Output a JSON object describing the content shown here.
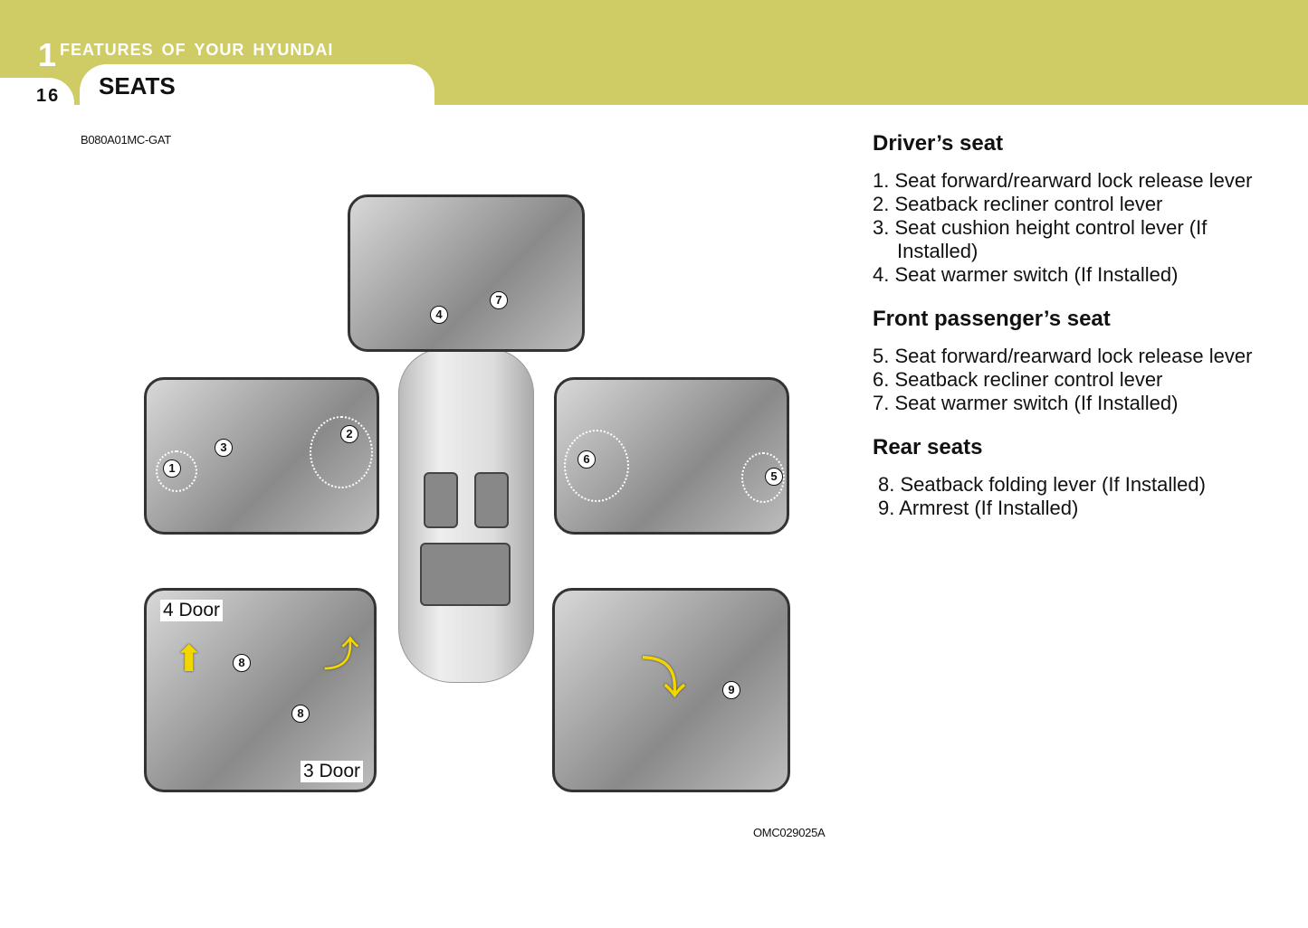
{
  "header": {
    "chapter_number": "1",
    "chapter_title": "FEATURES OF YOUR HYUNDAI",
    "page_number": "16",
    "section_title": "SEATS"
  },
  "codes": {
    "top": "B080A01MC-GAT",
    "figure": "OMC029025A"
  },
  "figure": {
    "label_4door": "4 Door",
    "label_3door": "3 Door",
    "numbers": [
      "1",
      "2",
      "3",
      "4",
      "5",
      "6",
      "7",
      "8",
      "9"
    ]
  },
  "sections": [
    {
      "title": "Driver’s seat",
      "items": [
        "1. Seat forward/rearward lock release lever",
        "2. Seatback recliner control lever",
        "3. Seat cushion height control lever (If Installed)",
        "4. Seat warmer switch (If Installed)"
      ]
    },
    {
      "title": "Front passenger’s seat",
      "items": [
        "5. Seat forward/rearward lock release lever",
        "6. Seatback recliner control lever",
        "7. Seat warmer switch (If Installed)"
      ]
    },
    {
      "title": "Rear seats",
      "items": [
        "8.  Seatback folding lever (If Installed)",
        "9.  Armrest (If Installed)"
      ]
    }
  ],
  "colors": {
    "band": "#cfcc66",
    "arrow": "#f2d600"
  }
}
